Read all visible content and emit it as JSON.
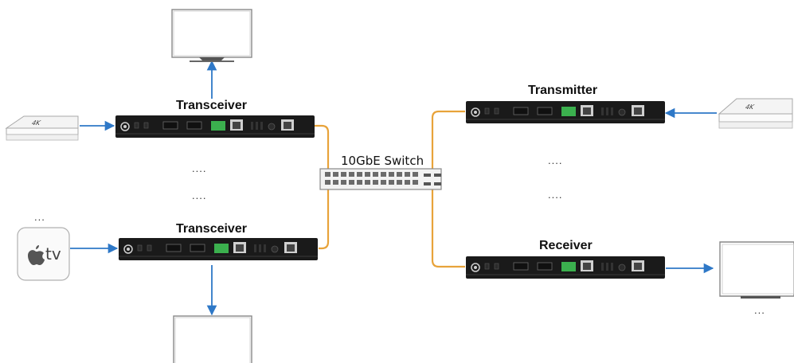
{
  "labels": {
    "transceiver_top": "Transceiver",
    "transceiver_bottom": "Transceiver",
    "transmitter": "Transmitter",
    "receiver": "Receiver",
    "switch": "10GbE Switch"
  },
  "source_badge": "4K",
  "apple_tv_text": "tv",
  "ellipses": [
    "....",
    "....",
    "...",
    "....",
    "....",
    "..."
  ],
  "colors": {
    "link": "#E8A33A",
    "arrow": "#2E78C7",
    "device": "#1a1a1a",
    "outline": "#8a8a8a"
  }
}
